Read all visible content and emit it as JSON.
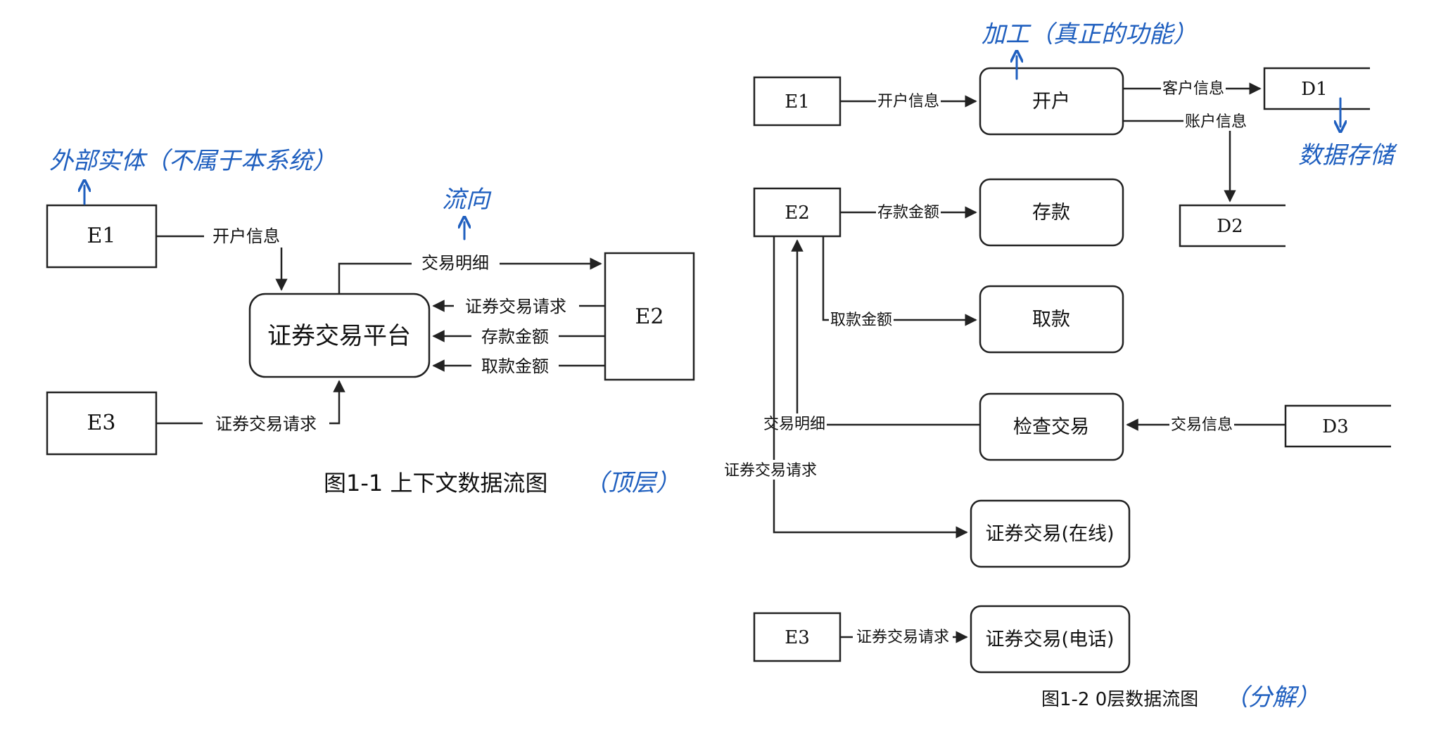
{
  "diagram1": {
    "entities": {
      "e1": "E1",
      "e2": "E2",
      "e3": "E3"
    },
    "process": "证券交易平台",
    "flows": {
      "open_info": "开户信息",
      "trade_detail": "交易明细",
      "trade_request_e2": "证券交易请求",
      "deposit": "存款金额",
      "withdraw": "取款金额",
      "trade_request_e3": "证券交易请求"
    },
    "caption": "图1-1 上下文数据流图",
    "notes": {
      "external_entity": "外部实体（不属于本系统）",
      "data_flow": "流向",
      "top_level": "（顶层）"
    }
  },
  "diagram2": {
    "entities": {
      "e1": "E1",
      "e2": "E2",
      "e3": "E3"
    },
    "stores": {
      "d1": "D1",
      "d2": "D2",
      "d3": "D3"
    },
    "processes": {
      "open": "开户",
      "deposit": "存款",
      "withdraw": "取款",
      "check": "检查交易",
      "online": "证券交易(在线)",
      "phone": "证券交易(电话)"
    },
    "flows": {
      "open_info": "开户信息",
      "customer_info": "客户信息",
      "account_info": "账户信息",
      "deposit_amount": "存款金额",
      "withdraw_amount": "取款金额",
      "trade_detail": "交易明细",
      "trade_info": "交易信息",
      "trade_request": "证券交易请求",
      "trade_request_e3": "证券交易请求"
    },
    "caption": "图1-2 0层数据流图",
    "notes": {
      "process": "加工（真正的功能）",
      "data_store": "数据存储",
      "decompose": "（分解）"
    }
  }
}
